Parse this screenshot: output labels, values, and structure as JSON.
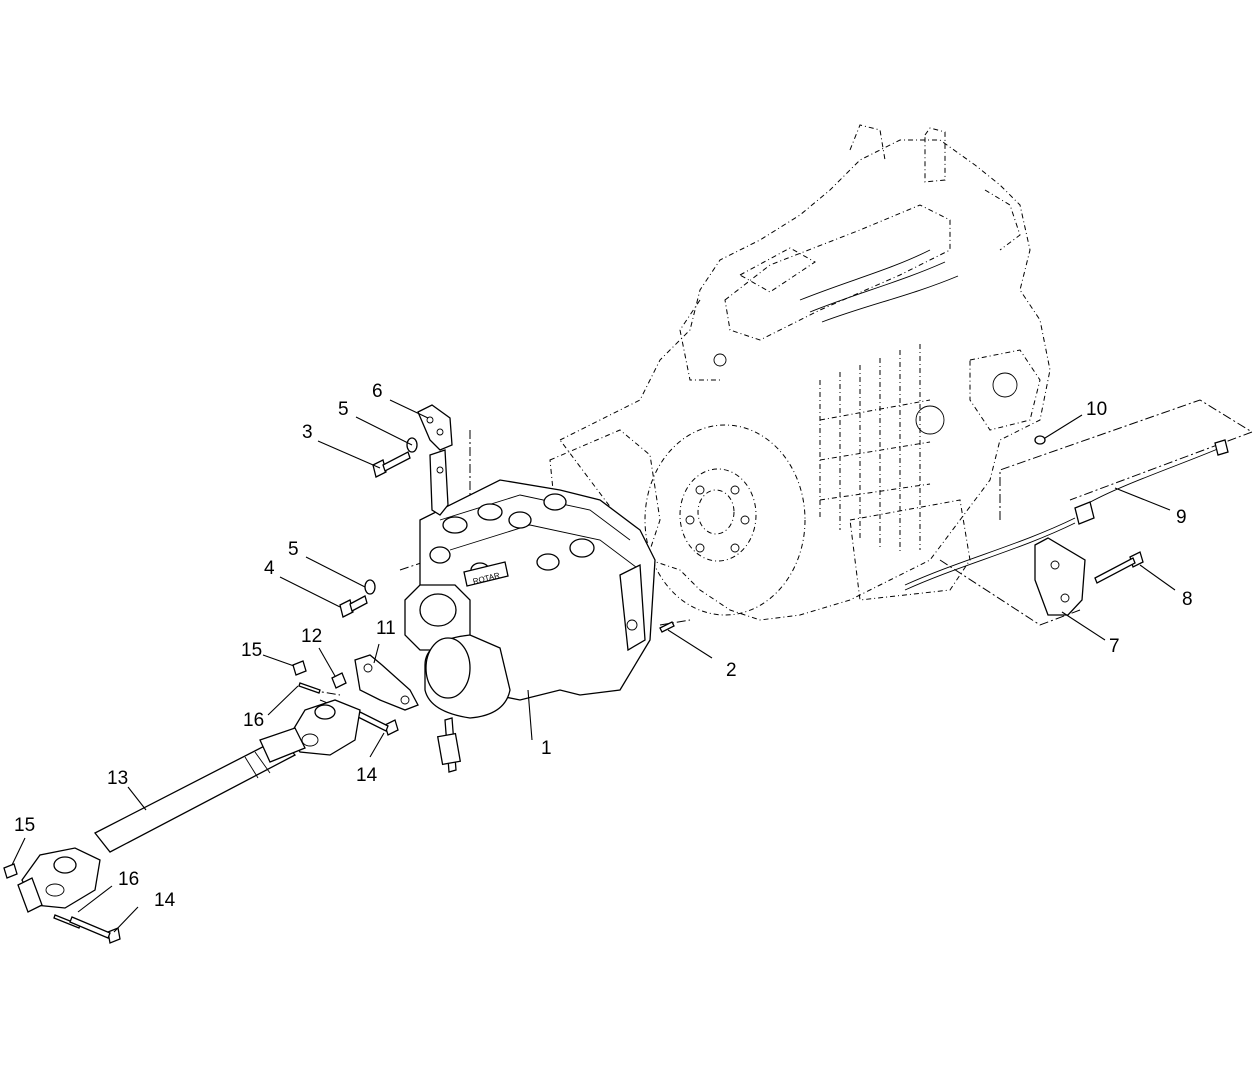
{
  "callouts": [
    {
      "id": "c1",
      "label": "1"
    },
    {
      "id": "c2",
      "label": "2"
    },
    {
      "id": "c3",
      "label": "3"
    },
    {
      "id": "c4",
      "label": "4"
    },
    {
      "id": "c5a",
      "label": "5"
    },
    {
      "id": "c5b",
      "label": "5"
    },
    {
      "id": "c6",
      "label": "6"
    },
    {
      "id": "c7",
      "label": "7"
    },
    {
      "id": "c8",
      "label": "8"
    },
    {
      "id": "c9",
      "label": "9"
    },
    {
      "id": "c10",
      "label": "10"
    },
    {
      "id": "c11",
      "label": "11"
    },
    {
      "id": "c12",
      "label": "12"
    },
    {
      "id": "c13",
      "label": "13"
    },
    {
      "id": "c14a",
      "label": "14"
    },
    {
      "id": "c14b",
      "label": "14"
    },
    {
      "id": "c15a",
      "label": "15"
    },
    {
      "id": "c15b",
      "label": "15"
    },
    {
      "id": "c16a",
      "label": "16"
    },
    {
      "id": "c16b",
      "label": "16"
    }
  ],
  "pump_label": "ROTAR"
}
